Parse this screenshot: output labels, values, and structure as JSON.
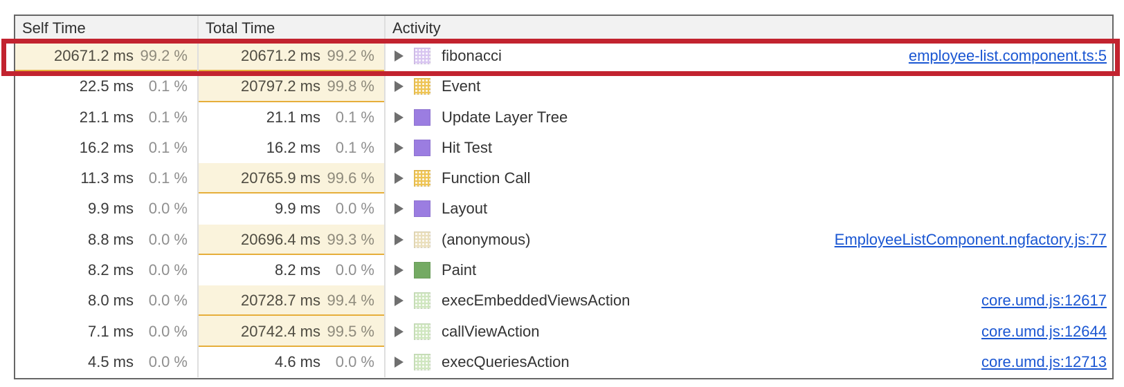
{
  "table": {
    "columns": [
      "Self Time",
      "Total Time",
      "Activity"
    ],
    "rows": [
      {
        "self_time": "20671.2 ms",
        "self_pct": "99.2 %",
        "self_hot": true,
        "total_time": "20671.2 ms",
        "total_pct": "99.2 %",
        "total_hot": true,
        "activity": "fibonacci",
        "swatch_icon": "scripting-category-swatch",
        "swatch_color": "#d8c5f0",
        "swatch_pattern": "dotted",
        "link": "employee-list.component.ts:5",
        "annotated": true
      },
      {
        "self_time": "22.5 ms",
        "self_pct": "0.1 %",
        "self_hot": false,
        "total_time": "20797.2 ms",
        "total_pct": "99.8 %",
        "total_hot": true,
        "activity": "Event",
        "swatch_icon": "scripting-category-swatch",
        "swatch_color": "#eec455",
        "swatch_pattern": "dotted",
        "link": "",
        "annotated": false
      },
      {
        "self_time": "21.1 ms",
        "self_pct": "0.1 %",
        "self_hot": false,
        "total_time": "21.1 ms",
        "total_pct": "0.1 %",
        "total_hot": false,
        "activity": "Update Layer Tree",
        "swatch_icon": "rendering-category-swatch",
        "swatch_color": "#9b7de1",
        "swatch_pattern": "solid",
        "link": "",
        "annotated": false
      },
      {
        "self_time": "16.2 ms",
        "self_pct": "0.1 %",
        "self_hot": false,
        "total_time": "16.2 ms",
        "total_pct": "0.1 %",
        "total_hot": false,
        "activity": "Hit Test",
        "swatch_icon": "rendering-category-swatch",
        "swatch_color": "#9b7de1",
        "swatch_pattern": "solid",
        "link": "",
        "annotated": false
      },
      {
        "self_time": "11.3 ms",
        "self_pct": "0.1 %",
        "self_hot": false,
        "total_time": "20765.9 ms",
        "total_pct": "99.6 %",
        "total_hot": true,
        "activity": "Function Call",
        "swatch_icon": "scripting-category-swatch",
        "swatch_color": "#eec455",
        "swatch_pattern": "dotted",
        "link": "",
        "annotated": false
      },
      {
        "self_time": "9.9 ms",
        "self_pct": "0.0 %",
        "self_hot": false,
        "total_time": "9.9 ms",
        "total_pct": "0.0 %",
        "total_hot": false,
        "activity": "Layout",
        "swatch_icon": "rendering-category-swatch",
        "swatch_color": "#9b7de1",
        "swatch_pattern": "solid",
        "link": "",
        "annotated": false
      },
      {
        "self_time": "8.8 ms",
        "self_pct": "0.0 %",
        "self_hot": false,
        "total_time": "20696.4 ms",
        "total_pct": "99.3 %",
        "total_hot": true,
        "activity": "(anonymous)",
        "swatch_icon": "script-category-swatch",
        "swatch_color": "#eadfbc",
        "swatch_pattern": "dotted",
        "link": "EmployeeListComponent.ngfactory.js:77",
        "annotated": false
      },
      {
        "self_time": "8.2 ms",
        "self_pct": "0.0 %",
        "self_hot": false,
        "total_time": "8.2 ms",
        "total_pct": "0.0 %",
        "total_hot": false,
        "activity": "Paint",
        "swatch_icon": "painting-category-swatch",
        "swatch_color": "#74aa63",
        "swatch_pattern": "solid",
        "link": "",
        "annotated": false
      },
      {
        "self_time": "8.0 ms",
        "self_pct": "0.0 %",
        "self_hot": false,
        "total_time": "20728.7 ms",
        "total_pct": "99.4 %",
        "total_hot": true,
        "activity": "execEmbeddedViewsAction",
        "swatch_icon": "script-category-swatch",
        "swatch_color": "#cfe6bf",
        "swatch_pattern": "dotted",
        "link": "core.umd.js:12617",
        "annotated": false
      },
      {
        "self_time": "7.1 ms",
        "self_pct": "0.0 %",
        "self_hot": false,
        "total_time": "20742.4 ms",
        "total_pct": "99.5 %",
        "total_hot": true,
        "activity": "callViewAction",
        "swatch_icon": "script-category-swatch",
        "swatch_color": "#cfe6bf",
        "swatch_pattern": "dotted",
        "link": "core.umd.js:12644",
        "annotated": false
      },
      {
        "self_time": "4.5 ms",
        "self_pct": "0.0 %",
        "self_hot": false,
        "total_time": "4.6 ms",
        "total_pct": "0.0 %",
        "total_hot": false,
        "activity": "execQueriesAction",
        "swatch_icon": "script-category-swatch",
        "swatch_color": "#cfe6bf",
        "swatch_pattern": "dotted",
        "link": "core.umd.js:12713",
        "annotated": false
      }
    ]
  },
  "annotation": {
    "color": "#c2232f"
  },
  "colors": {
    "hot_bg": "#faf3dc",
    "hot_underline": "#e6ae3a",
    "link_blue": "#1a56d2",
    "percent_gray": "#8f8f8f",
    "header_bg": "#f2f2f2",
    "border_gray": "#666666",
    "divider_gray": "#dedede"
  }
}
